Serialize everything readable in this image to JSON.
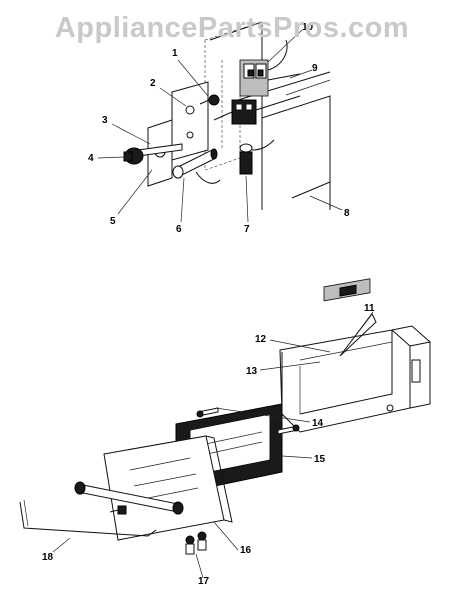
{
  "watermark": "AppliancePartsPros.com",
  "callouts": {
    "c1": "1",
    "c2": "2",
    "c3": "3",
    "c4": "4",
    "c5": "5",
    "c6": "6",
    "c7": "7",
    "c8": "8",
    "c9": "9",
    "c10": "10",
    "c11": "11",
    "c12": "12",
    "c13": "13",
    "c14": "14",
    "c15": "15",
    "c16": "16",
    "c17": "17",
    "c18": "18"
  },
  "colors": {
    "ink": "#111111",
    "watermark": "#c9c9c9",
    "background": "#ffffff"
  }
}
